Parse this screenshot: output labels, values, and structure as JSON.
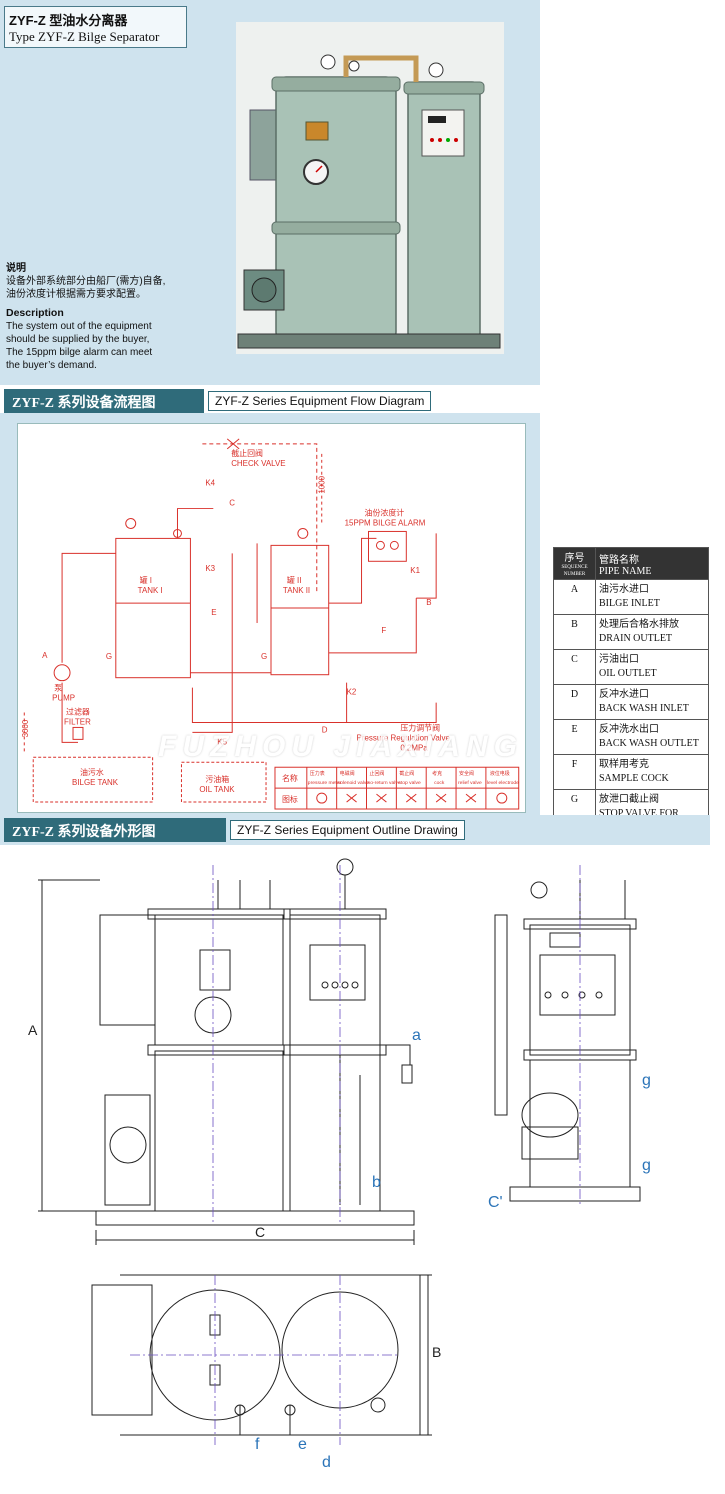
{
  "header": {
    "title_zh": "ZYF-Z 型油水分离器",
    "title_en": "Type ZYF-Z Bilge Separator"
  },
  "description": {
    "heading_zh": "说明",
    "text_zh_1": "设备外部系统部分由船厂(需方)自备,",
    "text_zh_2": "油份浓度计根据需方要求配置。",
    "heading_en": "Description",
    "text_en_1": "The system out of the equipment",
    "text_en_2": "should be supplied by the buyer,",
    "text_en_3": "The 15ppm bilge alarm can meet",
    "text_en_4": "the buyer’s demand."
  },
  "flow_section": {
    "title_zh": "ZYF-Z 系列设备流程图",
    "title_en": "ZYF-Z Series Equipment Flow Diagram"
  },
  "flow_diagram": {
    "check_valve_zh": "截止回阀",
    "check_valve_en": "CHECK VALVE",
    "alarm_zh": "油份浓度计",
    "alarm_en": "15PPM BILGE ALARM",
    "tank1_zh": "罐 I",
    "tank1_en": "TANK I",
    "tank2_zh": "罐 II",
    "tank2_en": "TANK II",
    "pump_zh": "泵",
    "pump_en": "PUMP",
    "filter_zh": "过滤器",
    "filter_en": "FILTER",
    "bilge_tank_zh": "油污水",
    "bilge_tank_en": "BILGE TANK",
    "oil_tank_zh": "污油箱",
    "oil_tank_en": "OIL TANK",
    "prv_zh": "压力调节阀",
    "prv_en": "Pressure Regulation Valve",
    "prv_sub": "0.2MPa",
    "dim_1000": "1000",
    "dim_3000": "3000",
    "labels": [
      "A",
      "B",
      "C",
      "D",
      "E",
      "F",
      "G",
      "G",
      "K1",
      "K2",
      "K3",
      "K4",
      "K5"
    ],
    "legend_name_zh": "名称",
    "legend_icon_zh": "图标",
    "legend_items": [
      {
        "zh": "压力表",
        "en": "pressure meter"
      },
      {
        "zh": "电磁阀",
        "en": "solenoid valve"
      },
      {
        "zh": "止回阀",
        "en": "no-return valve"
      },
      {
        "zh": "截止阀",
        "en": "stop valve"
      },
      {
        "zh": "考克",
        "en": "cock"
      },
      {
        "zh": "安全阀",
        "en": "relief valve"
      },
      {
        "zh": "液位电极",
        "en": "level electrode"
      }
    ],
    "watermark": "FUZHOU JIAXIANG"
  },
  "pipe_table": {
    "head_code_zh": "序号",
    "head_code_en": "SEQUENCE NUMBER",
    "head_name_zh": "管路名称",
    "head_name_en": "PIPE NAME",
    "rows": [
      {
        "code": "A",
        "zh": "油污水进口",
        "en": "BILGE INLET"
      },
      {
        "code": "B",
        "zh": "处理后合格水排放",
        "en": "DRAIN OUTLET"
      },
      {
        "code": "C",
        "zh": "污油出口",
        "en": "OIL OUTLET"
      },
      {
        "code": "D",
        "zh": "反冲水进口",
        "en": "BACK WASH INLET"
      },
      {
        "code": "E",
        "zh": "反冲洗水出口",
        "en": "BACK WASH OUTLET"
      },
      {
        "code": "F",
        "zh": "取样用考克",
        "en": "SAMPLE COCK"
      },
      {
        "code": "G",
        "zh": "放泄口截止阀",
        "en": "STOP VALVE FOR DRAIN"
      }
    ]
  },
  "outline_section": {
    "title_zh": "ZYF-Z 系列设备外形图",
    "title_en": "ZYF-Z Series Equipment Outline Drawing"
  },
  "outline_drawing": {
    "dim_a": "A",
    "dim_b": "B",
    "dim_c": "C",
    "dim_c_side": "C'",
    "port_a": "a",
    "port_b": "b",
    "port_d": "d",
    "port_e": "e",
    "port_f": "f",
    "port_g": "g"
  },
  "colors": {
    "band": "#cfe3ee",
    "header_dark": "#2f6b7a",
    "diagram_red": "#d9312b",
    "drawing_blue": "#6a4fc0"
  }
}
